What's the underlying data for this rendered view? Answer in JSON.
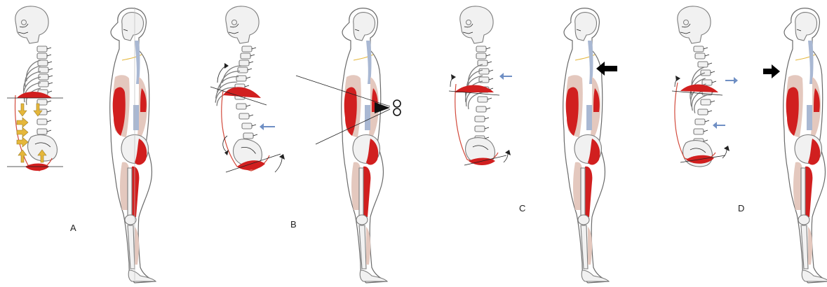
{
  "panels": [
    {
      "id": "A",
      "label": "A"
    },
    {
      "id": "B",
      "label": "B"
    },
    {
      "id": "C",
      "label": "C"
    },
    {
      "id": "D",
      "label": "D"
    }
  ],
  "colors": {
    "muscle_red": "#d11f1f",
    "muscle_pale": "#e4c8be",
    "deep_blue": "#a9b8d3",
    "pressure_arrow_yellow": "#e5b73b",
    "small_arrow_blue": "#6f8fc4",
    "emphasis_arrow": "#000000"
  },
  "icons": [
    "scissors-icon",
    "pressure-arrow-icon",
    "rotation-arrow-icon",
    "emphasis-arrow-icon"
  ]
}
